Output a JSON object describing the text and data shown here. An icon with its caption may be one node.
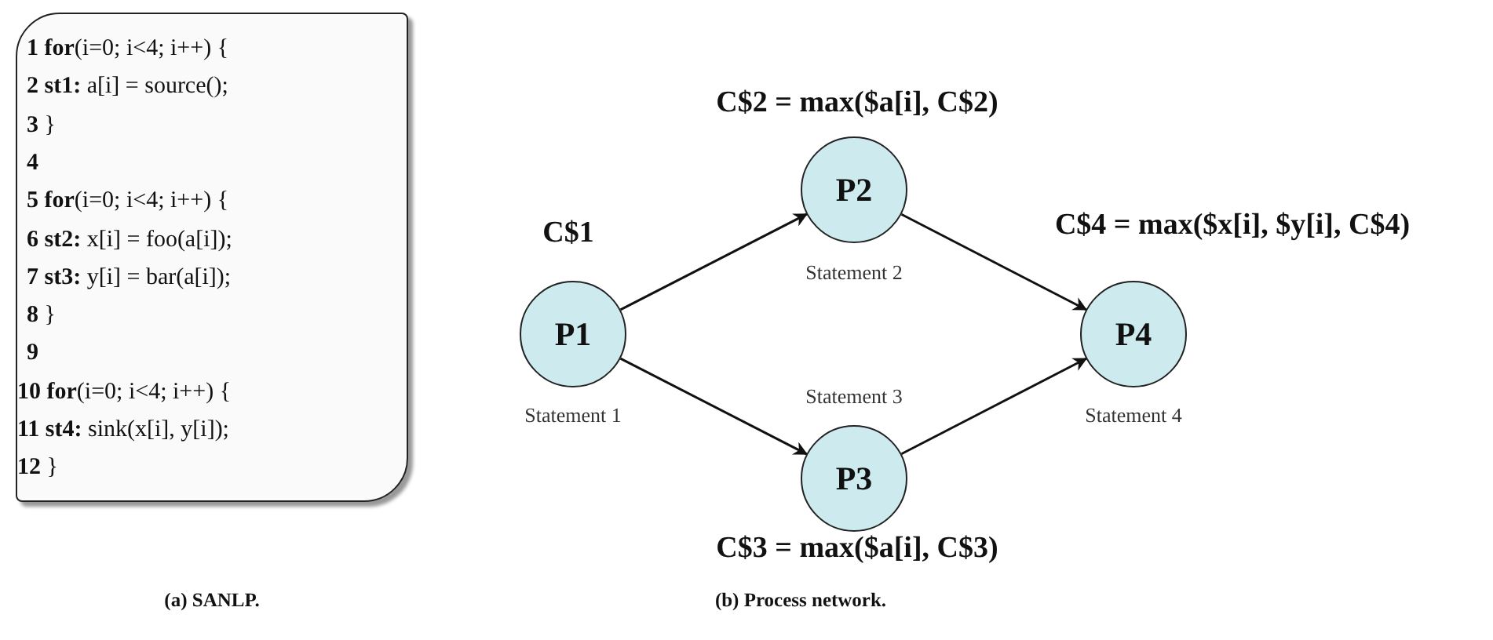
{
  "diagram": {
    "nodes": [
      {
        "text": [
          "**1** **for**(i=0; i<4; i++) {",
          "**2 st1:** a[i] = source();",
          "**3** }",
          "**4**",
          "**5** **for**(i=0; i<4; i++) {",
          "**6 st2:** x[i] = foo(a[i]);",
          "**7 st3:** y[i] = bar(a[i]);",
          "**8** }",
          "**9**",
          "**10** **for**(i=0; i<4; i++) {",
          "**11 st4:** sink(x[i], y[i]);",
          "**12** }"
        ]
      },
      {
        "text": [
          "P1"
        ],
        "beside": [
          "C$1",
          "Statement 1"
        ]
      },
      {
        "text": [
          "P2"
        ],
        "beside": [
          "C$2 = max($a[i], C$2)",
          "Statement 2"
        ]
      },
      {
        "text": [
          "P3"
        ],
        "beside": [
          "Statement 3",
          "C$3 = max($a[i], C$3)"
        ]
      },
      {
        "text": [
          "P4"
        ],
        "beside": [
          "C$4 = max($x[i], $y[i], C$4)",
          "Statement 4"
        ]
      }
    ],
    "edges": [
      {
        "from": 1,
        "to": 2,
        "arrow": "to"
      },
      {
        "from": 1,
        "to": 3,
        "arrow": "to"
      },
      {
        "from": 2,
        "to": 4,
        "arrow": "to"
      },
      {
        "from": 3,
        "to": 4,
        "arrow": "to"
      }
    ],
    "labels": [
      "(a) SANLP.",
      "(b) Process network."
    ]
  }
}
